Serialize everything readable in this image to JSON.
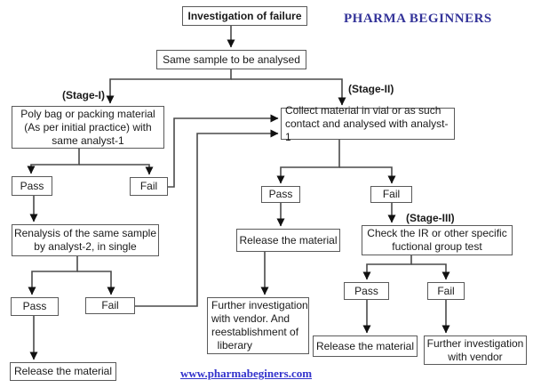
{
  "page": {
    "background": "#ffffff"
  },
  "header": {
    "brand": "PHARMA BEGINNERS",
    "brand_color": "#333399"
  },
  "footer": {
    "link_text": "www.pharmabeginers.com",
    "link_color": "#3333cc"
  },
  "stages": {
    "stage1": "(Stage-I)",
    "stage2": "(Stage-II)",
    "stage3": "(Stage-III)"
  },
  "nodes": {
    "investigation": "Investigation of failure",
    "same_sample": "Same sample to be analysed",
    "poly_bag": "Poly bag or packing material\n(As per initial practice) with\nsame analyst-1",
    "s1_pass": "Pass",
    "s1_fail": "Fail",
    "renalysis": "Renalysis of the same sample\nby analyst-2, in single",
    "r_pass": "Pass",
    "r_fail": "Fail",
    "release_1": "Release the material",
    "collect": "Collect material in vial or as such\ncontact and analysed with analyst-1",
    "s2_pass": "Pass",
    "s2_fail": "Fail",
    "release_2": "Release the material",
    "further_lib": "Further investigation\nwith vendor. And\nreestablishment of\n  liberary",
    "check_ir": "Check the IR or other specific\nfuctional group test",
    "s3_pass": "Pass",
    "s3_fail": "Fail",
    "release_3": "Release the material",
    "further_vendor": "Further investigation\nwith vendor"
  },
  "colors": {
    "box_border": "#5a5a5a",
    "connector": "#4a4a4a",
    "arrowhead": "#111111",
    "text": "#1a1a1a"
  }
}
